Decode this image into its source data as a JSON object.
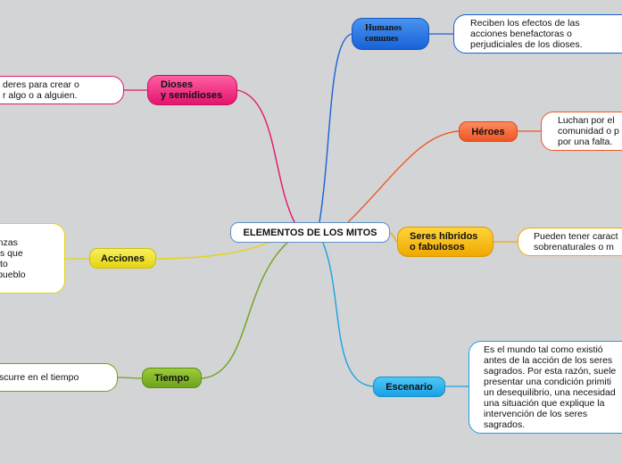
{
  "center": {
    "label": "ELEMENTOS DE LOS MITOS"
  },
  "branches": {
    "dioses": {
      "label": "Dioses\ny semidioses",
      "color": "#e4146e",
      "note": "deres para crear o\nr algo o a alguien."
    },
    "humanos": {
      "label": "Humanos\ncomunes",
      "color": "#1862d8",
      "note": "Reciben los efectos de las\nacciones benefactoras o\nperjudiciales de los dioses."
    },
    "heroes": {
      "label": "Héroes",
      "color": "#ee5624",
      "note": "Luchan por el\ncomunidad o p\npor una falta."
    },
    "seres": {
      "label": "Seres híbridos\no fabulosos",
      "color": "#f0a800",
      "note": "Pueden tener caract\nsobrenaturales o m"
    },
    "acciones": {
      "label": "Acciones",
      "color": "#e5d410",
      "note": "nanzas\nales que\niento\nel pueblo"
    },
    "tiempo": {
      "label": "Tiempo",
      "color": "#6ea31c",
      "note": "scurre en el tiempo"
    },
    "escenario": {
      "label": "Escenario",
      "color": "#1aa2e2",
      "note": "Es el mundo tal como existió\nantes de la acción de los seres\nsagrados. Por esta razón, suele\npresentar una condición primiti\nun desequilibrio, una necesidad\nuna situación que explique la\nintervención de los seres\nsagrados."
    }
  }
}
